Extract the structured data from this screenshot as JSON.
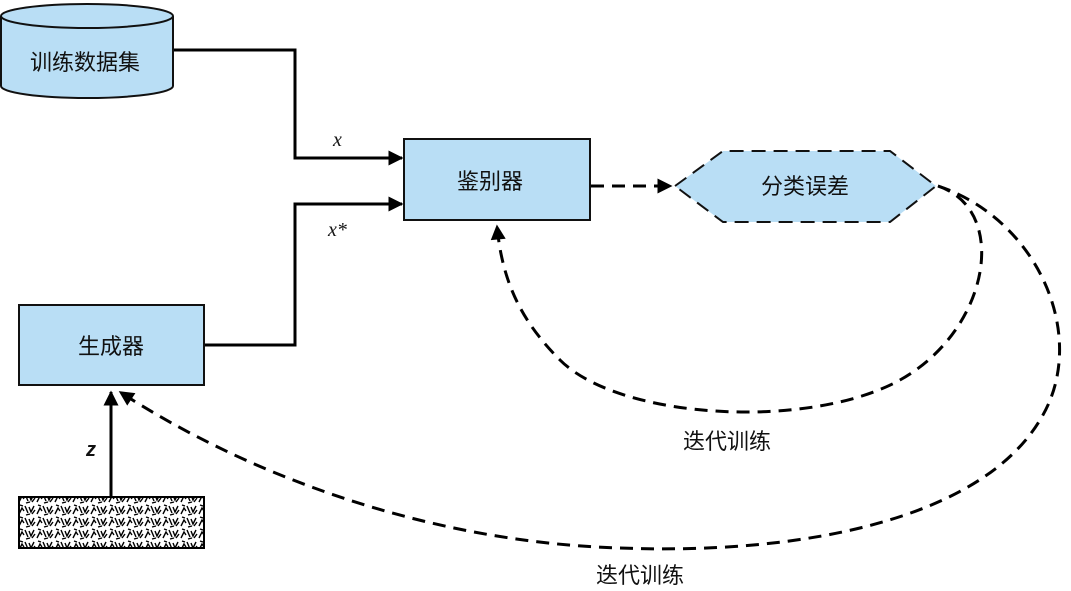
{
  "diagram": {
    "type": "GAN architecture flow",
    "colors": {
      "node_fill": "#b9def5",
      "stroke": "#000000",
      "background": "#ffffff"
    },
    "nodes": {
      "training_data": {
        "label": "训练数据集",
        "shape": "cylinder"
      },
      "discriminator": {
        "label": "鉴别器",
        "shape": "rectangle"
      },
      "classification_error": {
        "label": "分类误差",
        "shape": "hexagon-dashed"
      },
      "generator": {
        "label": "生成器",
        "shape": "rectangle"
      },
      "noise": {
        "label": "",
        "shape": "noise-texture"
      }
    },
    "edges": {
      "real_sample": {
        "label": "x",
        "from": "训练数据集",
        "to": "鉴别器",
        "style": "solid"
      },
      "fake_sample": {
        "label": "x*",
        "from": "生成器",
        "to": "鉴别器",
        "style": "solid"
      },
      "latent": {
        "label": "z",
        "from": "noise",
        "to": "生成器",
        "style": "solid"
      },
      "disc_to_error": {
        "label": "",
        "from": "鉴别器",
        "to": "分类误差",
        "style": "dashed"
      },
      "feedback_disc": {
        "label": "迭代训练",
        "from": "分类误差",
        "to": "鉴别器",
        "style": "dashed"
      },
      "feedback_gen": {
        "label": "迭代训练",
        "from": "分类误差",
        "to": "生成器",
        "style": "dashed"
      }
    }
  }
}
